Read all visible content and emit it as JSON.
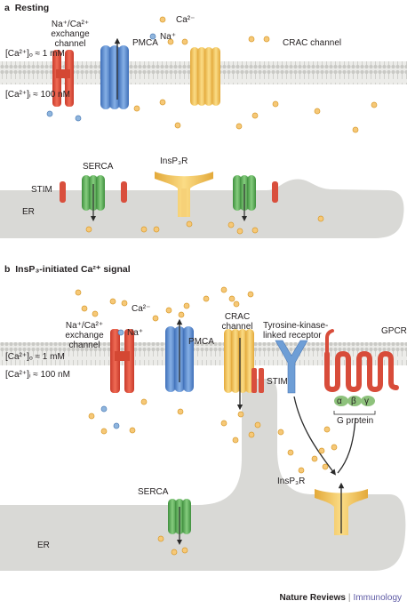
{
  "panel_a": {
    "letter": "a",
    "title": "Resting",
    "exchanger_label": [
      "Na⁺/Ca²⁺",
      "exchange",
      "channel"
    ],
    "ca_legend": "Ca²⁻",
    "na_legend": "Na⁺",
    "pmca": "PMCA",
    "crac": "CRAC channel",
    "ca_out": "[Ca²⁺]ₒ ≈ 1 mM",
    "ca_in": "[Ca²⁺]ᵢ ≈ 100 nM",
    "stim": "STIM",
    "serca": "SERCA",
    "insp3r": "InsP₃R",
    "er": "ER"
  },
  "panel_b": {
    "letter": "b",
    "title": "InsP₃-initiated Ca²⁺ signal",
    "exchanger_label": [
      "Na⁺/Ca²⁺",
      "exchange",
      "channel"
    ],
    "ca_legend": "Ca²⁻",
    "na_legend": "Na⁺",
    "pmca": "PMCA",
    "crac": [
      "CRAC",
      "channel"
    ],
    "rtk": [
      "Tyrosine-kinase-",
      "linked receptor"
    ],
    "gpcr": "GPCR",
    "gprotein_subunits": [
      "α",
      "β",
      "γ"
    ],
    "gprotein": "G protein",
    "ca_out": "[Ca²⁺]ₒ ≈ 1 mM",
    "ca_in": "[Ca²⁺]ᵢ ≈ 100 nM",
    "stim": "STIM",
    "serca": "SERCA",
    "insp3r": "InsP₃R",
    "er": "ER"
  },
  "footer": {
    "journal": "Nature Reviews",
    "section": "Immunology"
  },
  "colors": {
    "membrane": "#dcdcd8",
    "er": "#d9d9d6",
    "exchanger": "#e0533f",
    "pmca": "#5b8fd4",
    "crac": "#f2c45a",
    "serca": "#5fb15c",
    "stim": "#d94f3d",
    "gpcr": "#d84c3a",
    "calcium": "#f6c877",
    "sodium": "#8fb5dd"
  }
}
